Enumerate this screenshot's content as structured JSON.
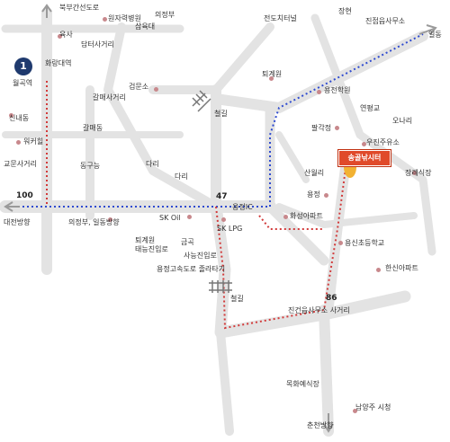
{
  "colors": {
    "road": "#e3e3e3",
    "red_route": "#d23a3a",
    "blue_route": "#2f4bd0",
    "dest": "#e04a2a",
    "badge": "#1f3a6e",
    "marker": "#c8888c"
  },
  "badge_number": "1",
  "destination": "송골낚시터",
  "route_numbers": {
    "r100": "100",
    "r47": "47",
    "r86": "86"
  },
  "arrows": {
    "north": "북부간선도로",
    "west": "대전방향",
    "east": "일동",
    "south": "춘천방향"
  },
  "labels": {
    "wonjaryeok": "원자력병원",
    "uijeongbu": "의정부",
    "jeondo": "전도치터널",
    "janghyeon": "장현",
    "jingeon_office": "진접읍사무소",
    "yuksa": "육사",
    "sahmyuk": "삼육대",
    "damteo": "담터사거리",
    "wolgok": "월곡역",
    "hwarang": "화랑대역",
    "toegyewon": "퇴계원",
    "yongjeon": "용전학원",
    "geommoon": "검문소",
    "galmae_cross": "갈매사거리",
    "cheolgil1": "철길",
    "yeonpyeong": "연평교",
    "palgakjeong": "팔각정",
    "onaeri": "오나리",
    "sinnae": "신내동",
    "wikeo": "워커힐",
    "galmaedong": "갈매동",
    "ujin_gas": "우진주유소",
    "gyomun": "교문사거리",
    "donggu": "동구능",
    "dari1": "다리",
    "dari2": "다리",
    "sanwolli": "산월리",
    "janglye": "장례식장",
    "uijeongbu_ildong": "의정부, 일동방향",
    "yongjeong_ic": "용정IC",
    "yongjeong": "용정",
    "skoil": "SK Oil",
    "sklpg": "SK LPG",
    "hwaseong": "화성아파트",
    "toegyewon_entry": "퇴계원\n태능진입로",
    "geumgok": "금곡",
    "saneung": "사능진입로",
    "yongshin": "용신초등학교",
    "yongjeong_hw": "용정고속도로 졸라타기",
    "hansin": "한신아파트",
    "cheolgil2": "철길",
    "jingeon_cross": "진건읍사무소 사거리",
    "mokhwa": "목화예식장",
    "namyangju": "남양주 시청"
  }
}
